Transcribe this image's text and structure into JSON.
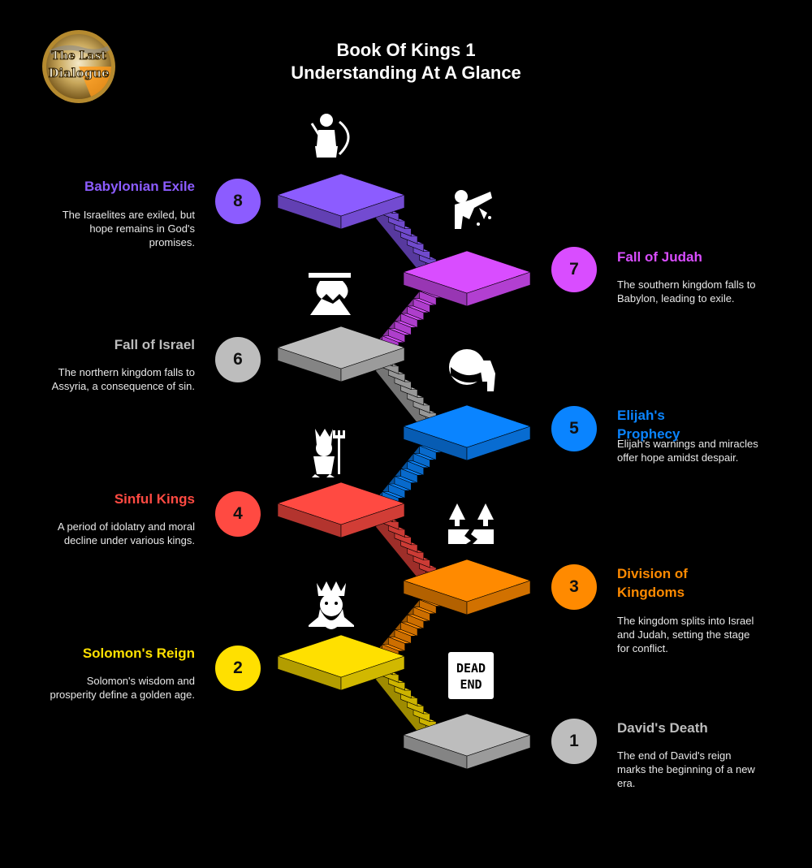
{
  "title_line1": "Book Of Kings 1",
  "title_line2": "Understanding At A Glance",
  "logo_text": "The Last Dialogue",
  "stages": [
    {
      "number": "1",
      "heading": "David's Death",
      "description": "The end of David's reign marks the beginning of a new era.",
      "color": "#bdbdbd",
      "icon": "dead-end-sign-icon"
    },
    {
      "number": "2",
      "heading": "Solomon's Reign",
      "description": "Solomon's wisdom and prosperity define a golden age.",
      "color": "#ffe000",
      "icon": "crowned-king-icon"
    },
    {
      "number": "3",
      "heading": "Division of Kingdoms",
      "description": "The kingdom splits into Israel and Judah, setting the stage for conflict.",
      "color": "#ff8a00",
      "icon": "split-ground-icon"
    },
    {
      "number": "4",
      "heading": "Sinful Kings",
      "description": "A period of idolatry and moral decline under various kings.",
      "color": "#ff4a42",
      "icon": "devil-trident-icon"
    },
    {
      "number": "5",
      "heading": "Elijah's Prophecy",
      "description": "Elijah's warnings and miracles offer hope amidst despair.",
      "color": "#0a84ff",
      "icon": "prophet-head-icon"
    },
    {
      "number": "6",
      "heading": "Fall of Israel",
      "description": "The northern kingdom falls to Assyria, a consequence of sin.",
      "color": "#bdbdbd",
      "icon": "volcano-icon"
    },
    {
      "number": "7",
      "heading": "Fall of Judah",
      "description": "The southern kingdom falls to Babylon, leading to exile.",
      "color": "#d94dff",
      "icon": "falling-person-icon"
    },
    {
      "number": "8",
      "heading": "Babylonian Exile",
      "description": "The Israelites are exiled, but hope remains in God's promises.",
      "color": "#8c5cff",
      "icon": "archer-icon"
    }
  ]
}
